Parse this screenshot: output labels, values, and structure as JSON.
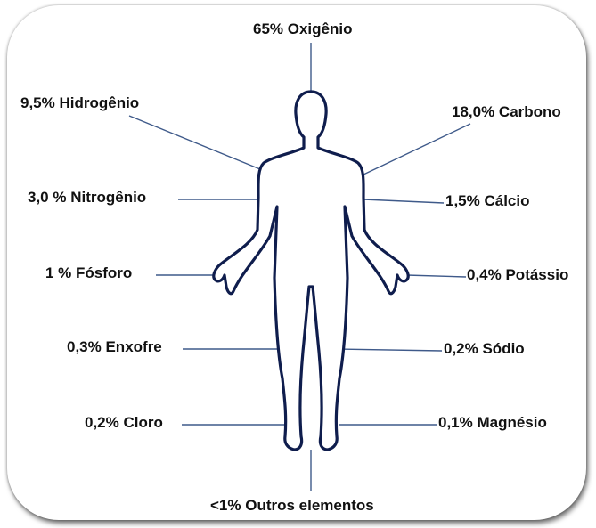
{
  "title": "",
  "elements": [
    {
      "key": "oxigenio",
      "label": "65% Oxigênio"
    },
    {
      "key": "hidrogenio",
      "label": "9,5%  Hidrogênio"
    },
    {
      "key": "carbono",
      "label": "18,0% Carbono"
    },
    {
      "key": "nitrogenio",
      "label": "3,0 % Nitrogênio"
    },
    {
      "key": "calcio",
      "label": "1,5% Cálcio"
    },
    {
      "key": "fosforo",
      "label": "1 % Fósforo"
    },
    {
      "key": "potassio",
      "label": "0,4% Potássio"
    },
    {
      "key": "enxofre",
      "label": "0,3% Enxofre"
    },
    {
      "key": "sodio",
      "label": "0,2% Sódio"
    },
    {
      "key": "cloro",
      "label": "0,2% Cloro"
    },
    {
      "key": "magnesio",
      "label": "0,1% Magnésio"
    },
    {
      "key": "outros",
      "label": "<1% Outros elementos"
    }
  ],
  "colors": {
    "body_outline": "#0f1d4d",
    "leader_line": "#3f5a8a",
    "text": "#111111"
  }
}
